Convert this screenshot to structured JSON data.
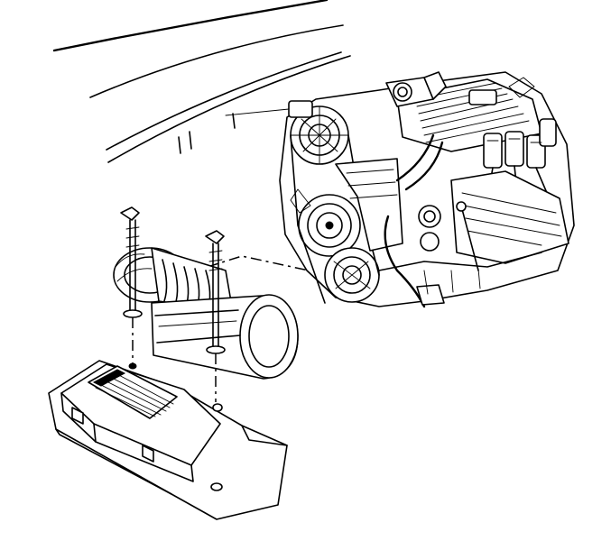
{
  "figure": {
    "components": [
      "engine-assembly",
      "air-intake-duct",
      "resonator",
      "fastener-bolt",
      "engine-cover",
      "hood-edge"
    ]
  }
}
